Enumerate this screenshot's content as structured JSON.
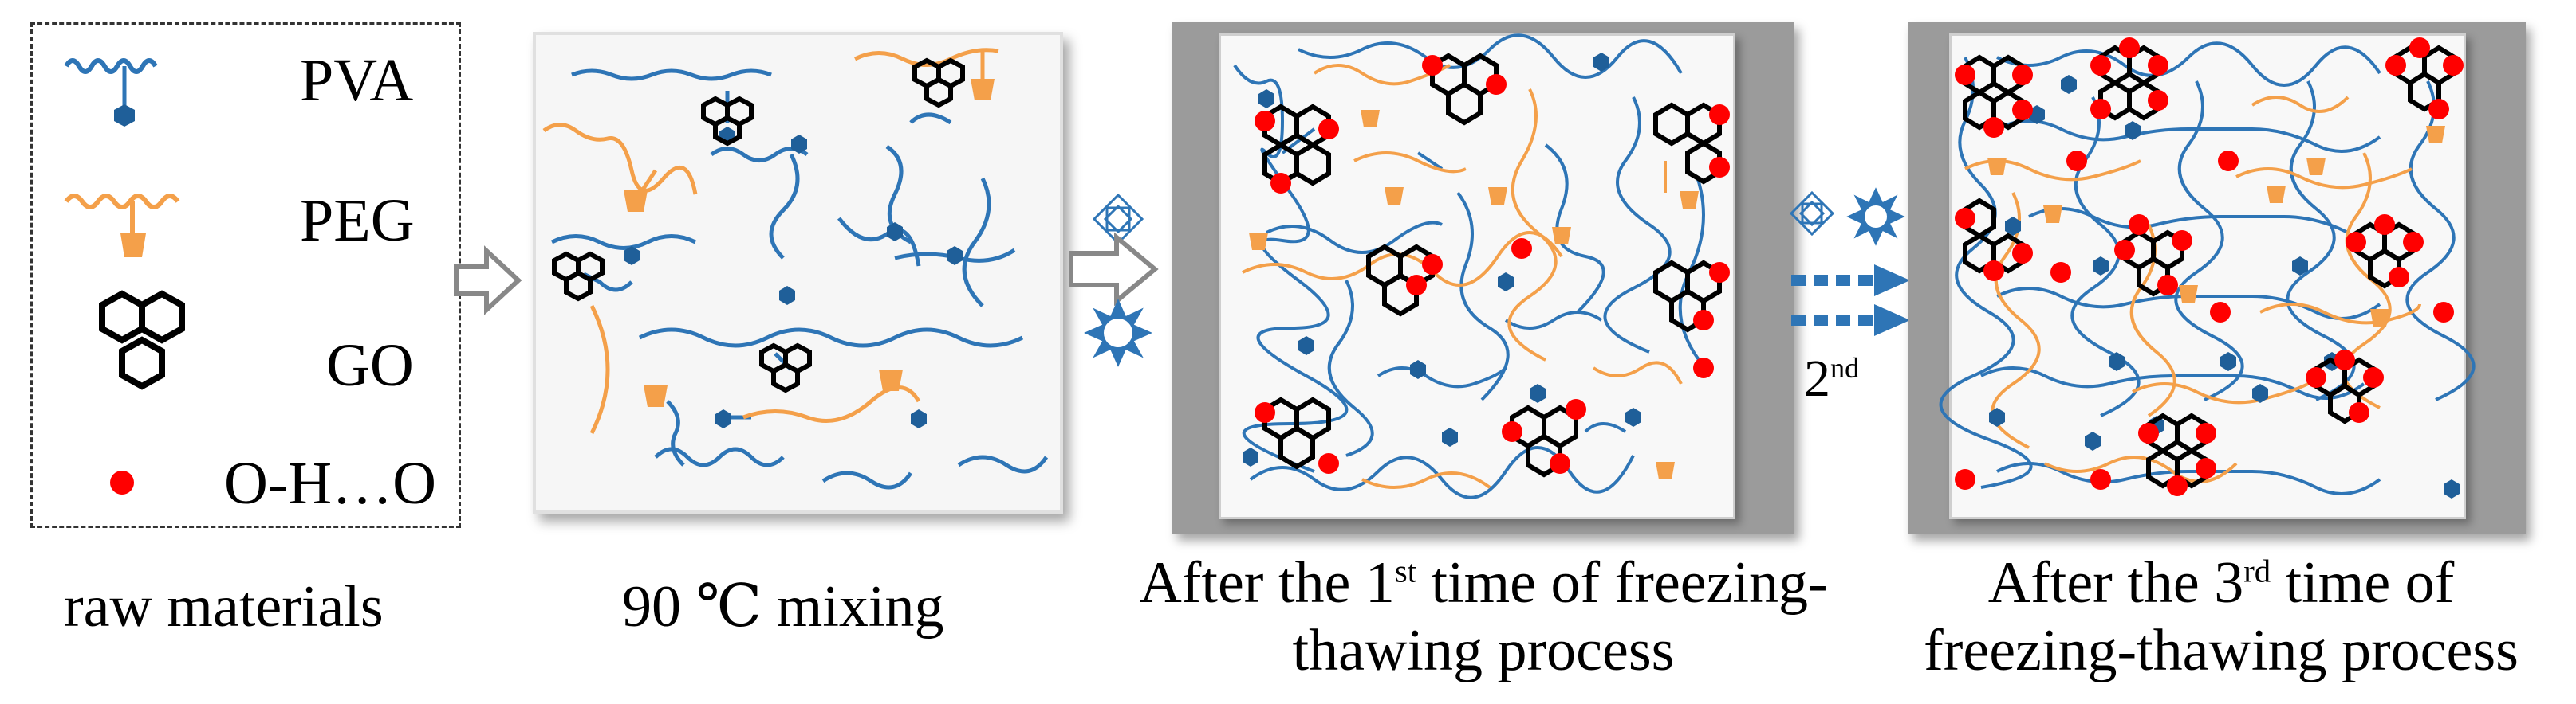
{
  "legend": {
    "pva_label": "PVA",
    "peg_label": "PEG",
    "go_label": "GO",
    "hbond_label": "O-H…O"
  },
  "captions": {
    "raw": "raw materials",
    "mixing": "90 ℃ mixing",
    "first_a": "After the 1",
    "first_sup": "st",
    "first_b": " time of freezing-",
    "first_c": "thawing process",
    "third_a": "After the 3",
    "third_sup": "rd",
    "third_b": " time of",
    "third_c": "freezing-thawing process"
  },
  "step_label": {
    "base": "2",
    "sup": "nd"
  },
  "colors": {
    "pva": "#2e75b6",
    "peg": "#f4a04a",
    "go": "#000000",
    "hbond": "#ff0000",
    "arrow_dotted": "#2e75b6",
    "panel_dark": "#9b9b9b"
  },
  "icons": [
    "freeze-icon",
    "thaw-sun-icon"
  ]
}
